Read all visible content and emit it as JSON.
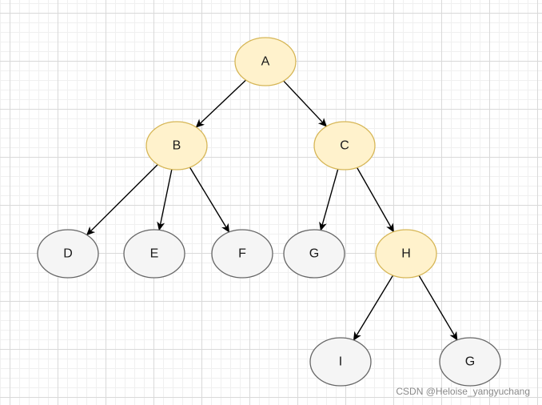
{
  "diagram": {
    "nodes": [
      {
        "id": "A",
        "label": "A",
        "style": "highlight"
      },
      {
        "id": "B",
        "label": "B",
        "style": "highlight"
      },
      {
        "id": "C",
        "label": "C",
        "style": "highlight"
      },
      {
        "id": "D",
        "label": "D",
        "style": "plain"
      },
      {
        "id": "E",
        "label": "E",
        "style": "plain"
      },
      {
        "id": "F",
        "label": "F",
        "style": "plain"
      },
      {
        "id": "G1",
        "label": "G",
        "style": "plain"
      },
      {
        "id": "H",
        "label": "H",
        "style": "highlight"
      },
      {
        "id": "I",
        "label": "I",
        "style": "plain"
      },
      {
        "id": "G2",
        "label": "G",
        "style": "plain"
      }
    ],
    "edges": [
      {
        "from": "A",
        "to": "B"
      },
      {
        "from": "A",
        "to": "C"
      },
      {
        "from": "B",
        "to": "D"
      },
      {
        "from": "B",
        "to": "E"
      },
      {
        "from": "B",
        "to": "F"
      },
      {
        "from": "C",
        "to": "G1"
      },
      {
        "from": "C",
        "to": "H"
      },
      {
        "from": "H",
        "to": "I"
      },
      {
        "from": "H",
        "to": "G2"
      }
    ],
    "colors": {
      "highlight_fill": "#fff2cc",
      "highlight_stroke": "#d6b656",
      "plain_fill": "#f5f5f5",
      "plain_stroke": "#666666",
      "edge": "#000000"
    }
  },
  "watermark": "CSDN @Heloise_yangyuchang"
}
